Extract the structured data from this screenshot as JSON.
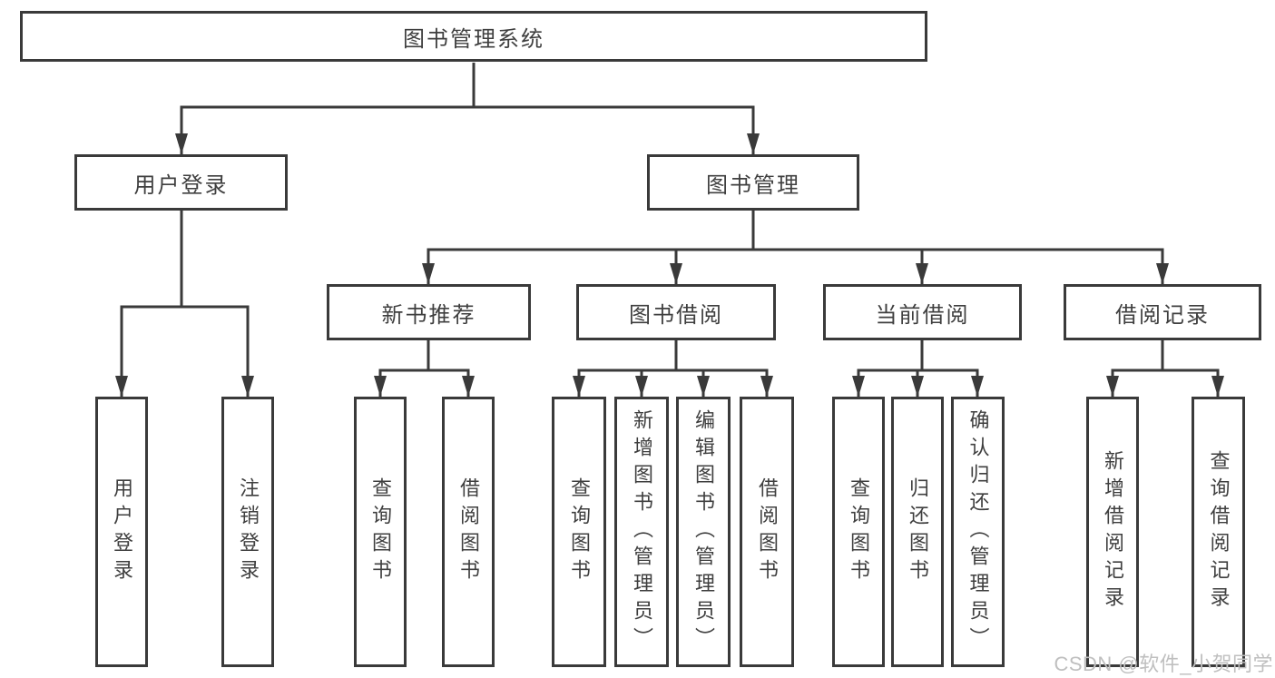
{
  "tree": {
    "root": {
      "label": "图书管理系统",
      "children": [
        {
          "label": "用户登录",
          "children": [
            {
              "label": "用户登录"
            },
            {
              "label": "注销登录"
            }
          ]
        },
        {
          "label": "图书管理",
          "children": [
            {
              "label": "新书推荐",
              "children": [
                {
                  "label": "查询图书"
                },
                {
                  "label": "借阅图书"
                }
              ]
            },
            {
              "label": "图书借阅",
              "children": [
                {
                  "label": "查询图书"
                },
                {
                  "label": "新增图书（管理员）"
                },
                {
                  "label": "编辑图书（管理员）"
                },
                {
                  "label": "借阅图书"
                }
              ]
            },
            {
              "label": "当前借阅",
              "children": [
                {
                  "label": "查询图书"
                },
                {
                  "label": "归还图书"
                },
                {
                  "label": "确认归还（管理员）"
                }
              ]
            },
            {
              "label": "借阅记录",
              "children": [
                {
                  "label": "新增借阅记录"
                },
                {
                  "label": "查询借阅记录"
                }
              ]
            }
          ]
        }
      ]
    }
  },
  "watermark": {
    "text": "CSDN @软件_小贺同学"
  },
  "colors": {
    "line": "#3a3a3a",
    "box_border": "#3a3a3a",
    "text": "#3f3f3f",
    "watermark": "#bfbfbf",
    "background": "#ffffff"
  }
}
